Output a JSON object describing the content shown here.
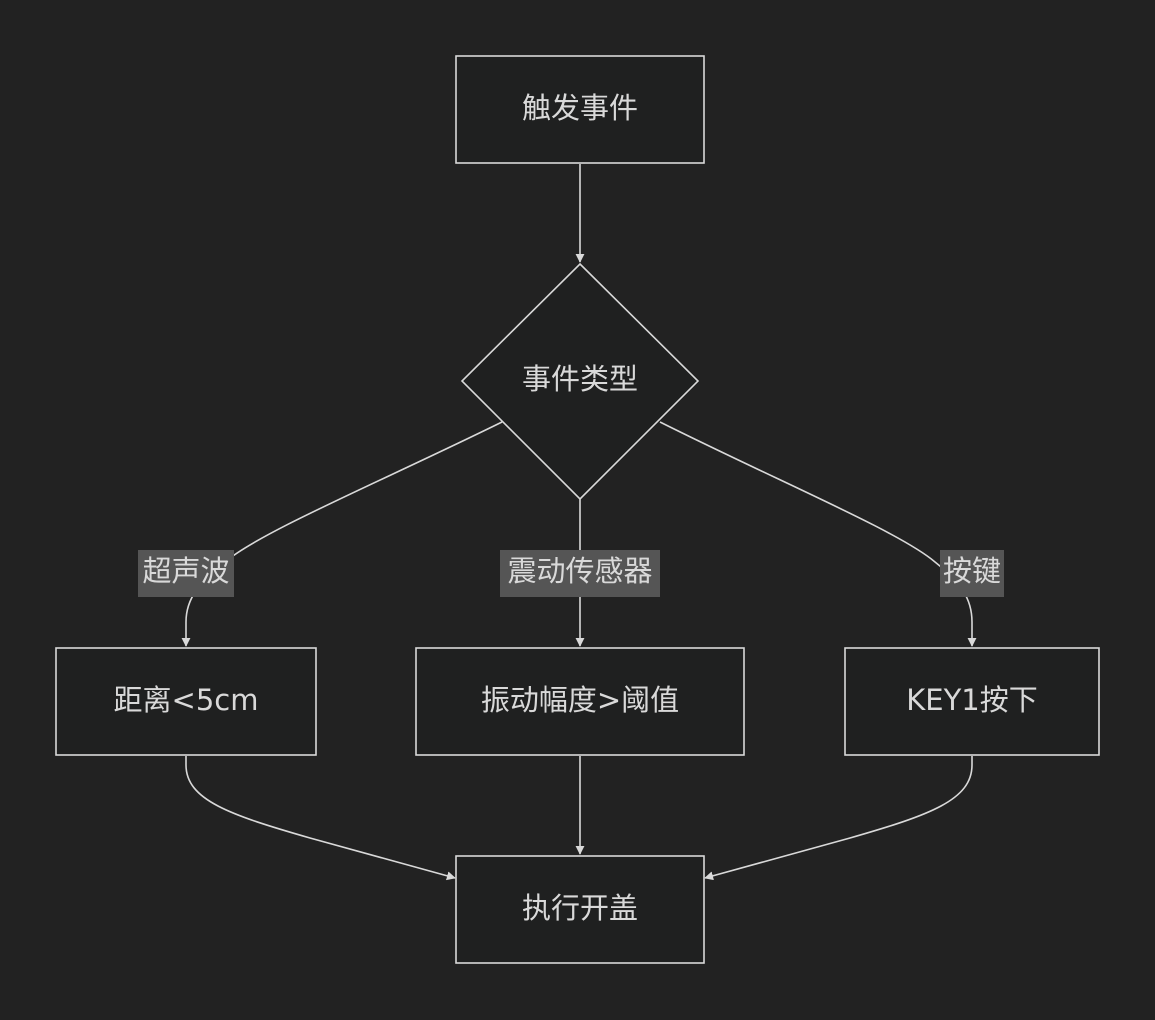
{
  "diagram": {
    "nodes": {
      "trigger": "触发事件",
      "event_type": "事件类型",
      "distance": "距离<5cm",
      "vibration": "振动幅度>阈值",
      "key": "KEY1按下",
      "open_lid": "执行开盖"
    },
    "edges": {
      "ultrasonic": "超声波",
      "vibration_sensor": "震动传感器",
      "button": "按键"
    }
  }
}
